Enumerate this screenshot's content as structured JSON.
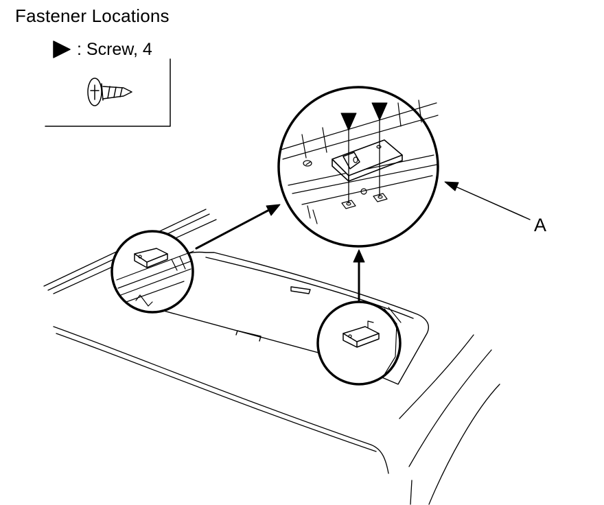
{
  "title": "Fastener Locations",
  "legend": {
    "label": ": Screw, 4",
    "symbol": "filled-triangle-icon",
    "fastener_icon": "screw-icon"
  },
  "callout": "A",
  "colors": {
    "ink": "#000000",
    "paper": "#ffffff"
  }
}
